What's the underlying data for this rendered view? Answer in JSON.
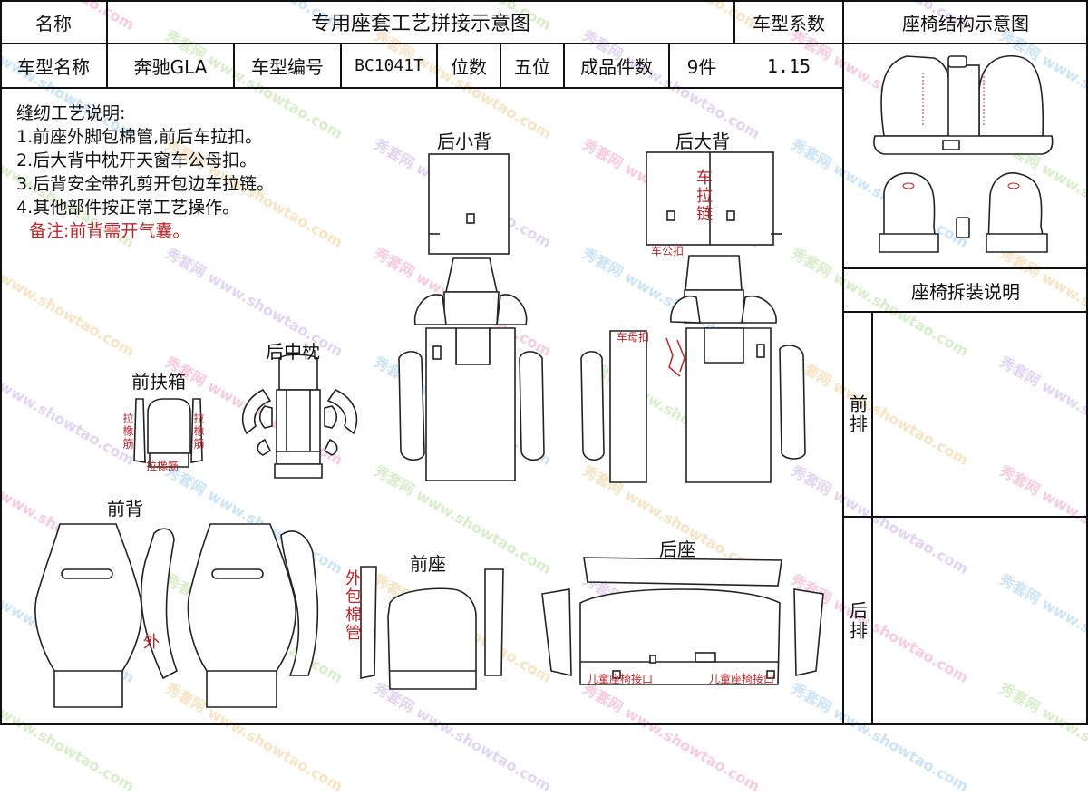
{
  "header": {
    "name_label": "名称",
    "title": "专用座套工艺拼接示意图",
    "coef_label": "车型系数",
    "structure_title": "座椅结构示意图"
  },
  "info_row": {
    "model_name_label": "车型名称",
    "model_name": "奔驰GLA",
    "model_code_label": "车型编号",
    "model_code": "BC1041T",
    "seats_label": "位数",
    "seats": "五位",
    "pieces_label": "成品件数",
    "pieces": "9件",
    "coef": "1.15"
  },
  "notes": {
    "heading": "缝纫工艺说明:",
    "items": [
      "1.前座外脚包棉管,前后车拉扣。",
      "2.后大背中枕开天窗车公母扣。",
      "3.后背安全带孔剪开包边车拉链。",
      "4.其他部件按正常工艺操作。"
    ],
    "remark": "备注:前背需开气囊。"
  },
  "sections": {
    "rear_small_back": "后小背",
    "rear_big_back": "后大背",
    "rear_middle_pillow": "后中枕",
    "front_armrest": "前扶箱",
    "front_back": "前背",
    "front_seat": "前座",
    "rear_seat": "后座"
  },
  "annotations": {
    "zipper": "车拉链",
    "male_snap": "车公扣",
    "female_snap": "车母扣",
    "elastic": "拉橡筋",
    "outer": "外",
    "outer_cotton_tube": "外包棉管",
    "child_seat_port": "儿童座椅接口"
  },
  "right_panel": {
    "disassembly_title": "座椅拆装说明",
    "front_row": "前排",
    "rear_row": "后排"
  },
  "watermark": {
    "brand_cn": "秀套网",
    "brand_url": "www.showtao.com"
  },
  "colors": {
    "annotation_red": "#b8272c",
    "line": "#222222"
  }
}
